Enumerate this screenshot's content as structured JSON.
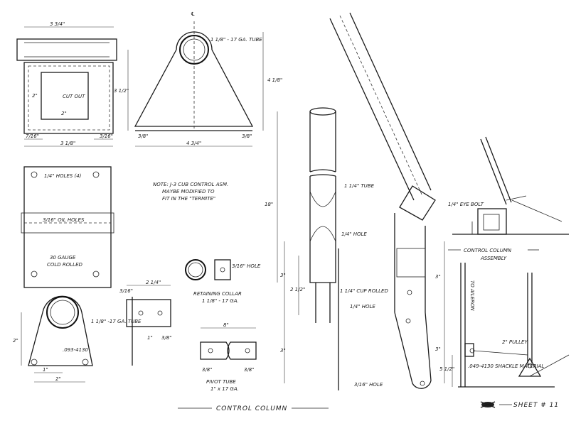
{
  "top_left": {
    "width": "3 3/4\"",
    "inner": "2\"",
    "cutout": "CUT OUT",
    "cut_w": "2\"",
    "left_gap": "7/16\"",
    "right_gap": "3/16\"",
    "base": "3 1/8\""
  },
  "bracket_top": {
    "centerline": "℄",
    "tube": "1 1/8\" - 17 GA. TUBE",
    "height": "4 1/8\"",
    "inner_h": "3 1/2\"",
    "left": "3/8\"",
    "right": "3/8\"",
    "base": "4 3/4\""
  },
  "plate": {
    "holes": "1/4\" HOLES (4)",
    "oil": "3/16\" OIL HOLES",
    "gauge": "30 GAUGE",
    "rolled": "COLD ROLLED"
  },
  "note": {
    "line1": "NOTE: J-3 CUB CONTROL ASM.",
    "line2": "MAYBE MODIFIED TO",
    "line3": "FIT IN THE \"TERMITE\""
  },
  "collar": {
    "hole": "3/16\" HOLE",
    "name": "RETAINING COLLAR",
    "spec": "1 1/8\" - 17 GA."
  },
  "bracket_bottom": {
    "width": "2 1/4\"",
    "small": "3/16\"",
    "tube": "1 1/8\" -17 GA. TUBE",
    "height": "2\"",
    "mat": ".093-4130",
    "one": "1\"",
    "three": "3/8\"",
    "one_b": "1\"",
    "two": "2\""
  },
  "pivot": {
    "len": "8\"",
    "a": "3/8\"",
    "b": "3/8\"",
    "name": "PIVOT TUBE",
    "spec": "1\" x 17 GA."
  },
  "column": {
    "tube": "1 1/4\" TUBE",
    "len": "18\"",
    "hole1": "1/4\" HOLE",
    "three": "3\"",
    "two_half": "2 1/2\"",
    "cup": "1 1/4\" CUP ROLLED",
    "hole2": "1/4\" HOLE",
    "three_b": "3\"",
    "hole3": "3/16\" HOLE",
    "r_three": "3\"",
    "r_three_b": "3\"",
    "r_five": "5 1/2\""
  },
  "assembly": {
    "eye": "1/4\" EYE BOLT",
    "title": "CONTROL COLUMN",
    "sub": "ASSEMBLY",
    "pulley": "2\" PULLEY",
    "shackle": ".049-4130 SHACKLE MATERIAL",
    "aileron": "TO AILERON"
  },
  "footer": {
    "title": "CONTROL COLUMN",
    "sheet": "SHEET # 11"
  }
}
